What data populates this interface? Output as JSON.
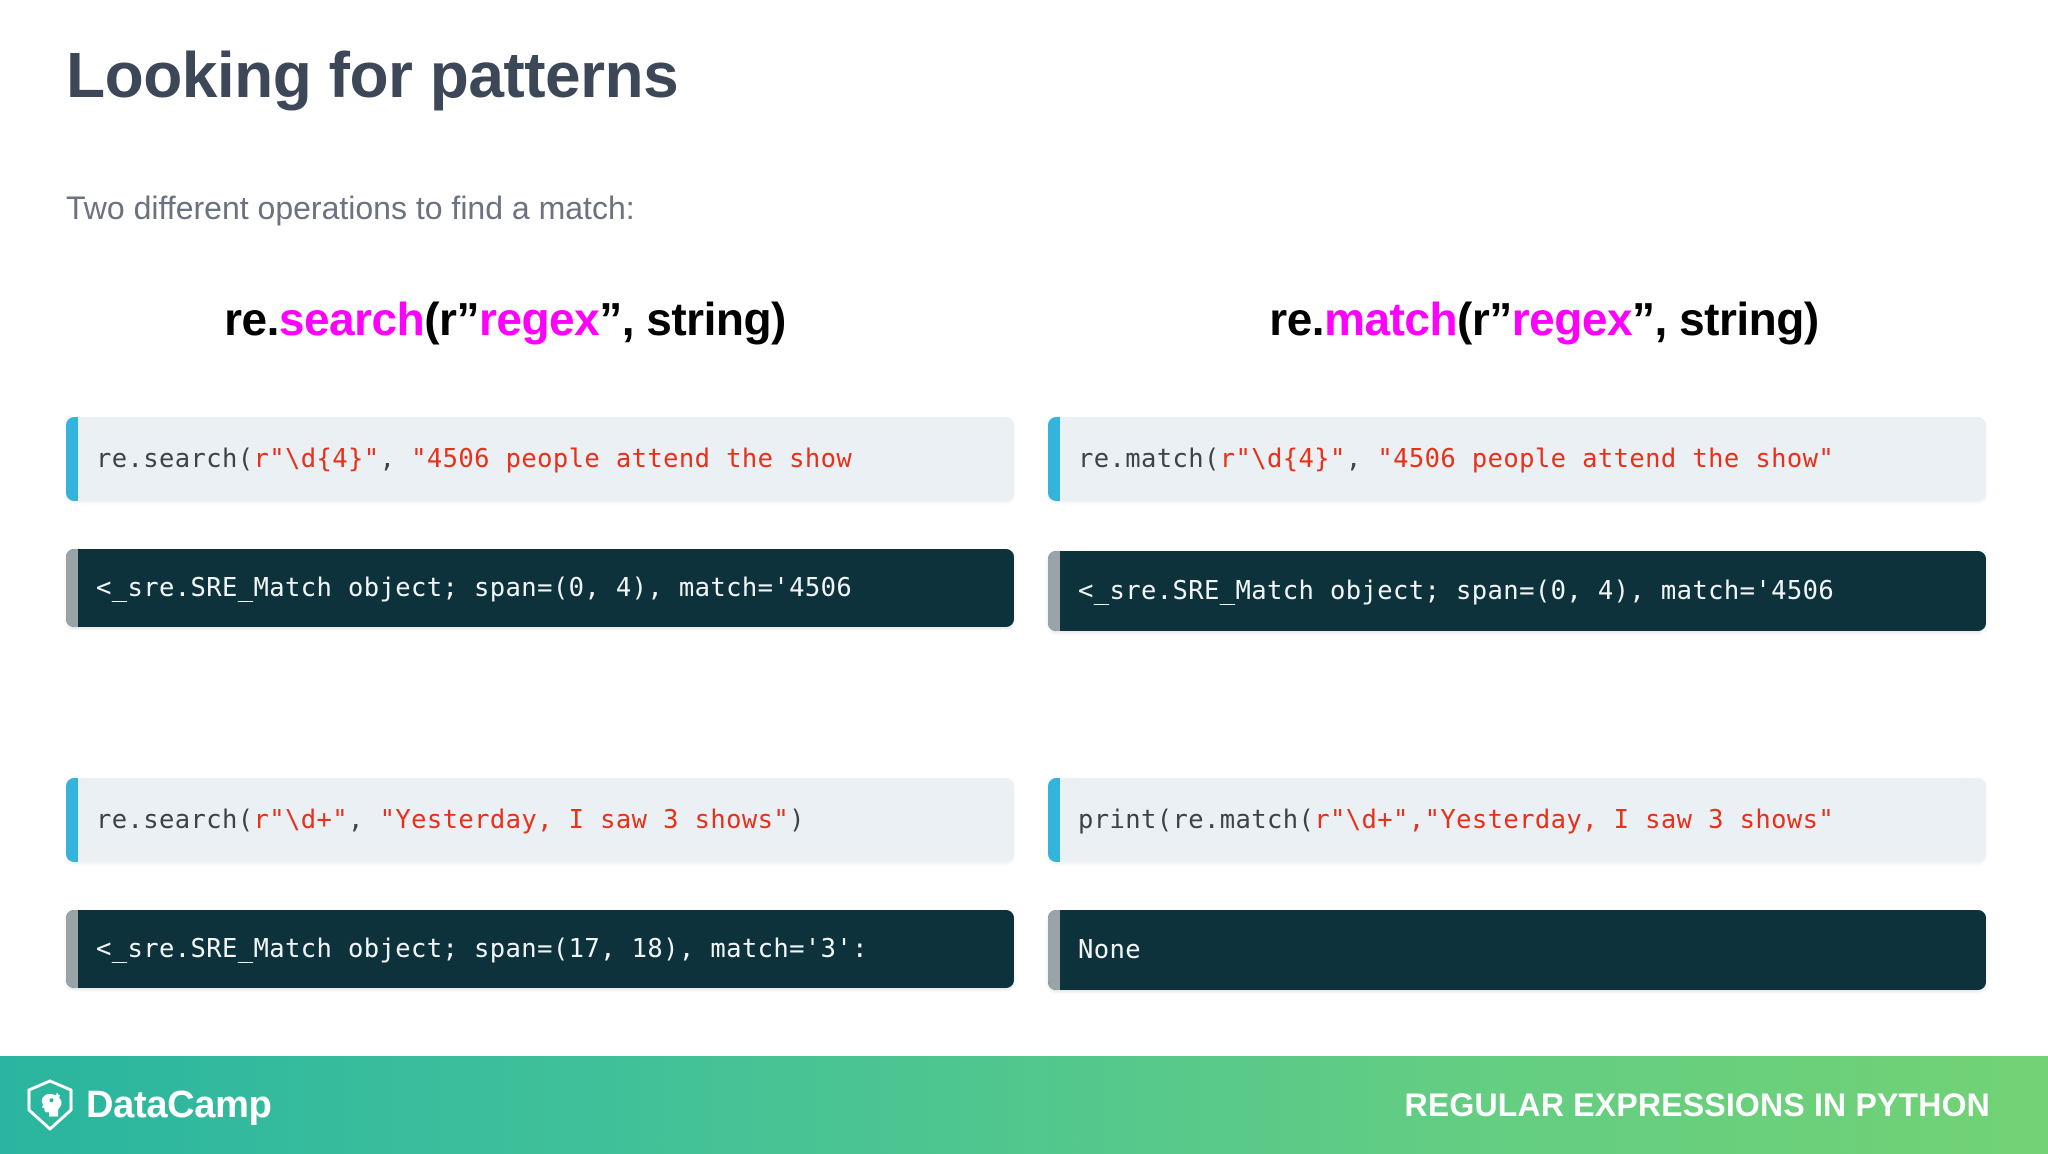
{
  "slide": {
    "title": "Looking for patterns",
    "subtitle": "Two different operations to find a match:"
  },
  "columns": [
    {
      "heading": {
        "prefix": "re.",
        "method": "search",
        "open": "(r”",
        "regex_word": "regex",
        "suffix": "”, string)"
      },
      "examples": [
        {
          "input_code": "re.search(",
          "input_arg1": "r\"\\d{4}\"",
          "input_mid": ", ",
          "input_arg2": "\"4506 people attend the show",
          "output": "<_sre.SRE_Match object; span=(0, 4), match='4506"
        },
        {
          "input_code": "re.search(",
          "input_arg1": "r\"\\d+\"",
          "input_mid": ", ",
          "input_arg2": "\"Yesterday, I saw 3 shows\"",
          "input_tail": ")",
          "output": "<_sre.SRE_Match object; span=(17, 18), match='3':"
        }
      ]
    },
    {
      "heading": {
        "prefix": "re.",
        "method": "match",
        "open": "(r”",
        "regex_word": "regex",
        "suffix": "”, string)"
      },
      "examples": [
        {
          "input_code": "re.match(",
          "input_arg1": "r\"\\d{4}\"",
          "input_mid": ", ",
          "input_arg2": "\"4506 people attend the show\"",
          "output": "<_sre.SRE_Match object; span=(0, 4), match='4506"
        },
        {
          "input_code": "print(re.match(",
          "input_arg1": "r\"\\d+\"",
          "input_mid": ",",
          "input_arg2": "\"Yesterday, I saw 3 shows\"",
          "output": "None"
        }
      ]
    }
  ],
  "footer": {
    "brand": "DataCamp",
    "course": "REGULAR EXPRESSIONS IN PYTHON",
    "logo_icon": "datacamp-shield-brain-icon"
  },
  "colors": {
    "title": "#3c4858",
    "subtitle": "#6b7280",
    "highlight_magenta": "#ff00ff",
    "input_bg": "#eaf0f3",
    "input_accent": "#34b3dd",
    "output_bg": "#0d323c",
    "output_accent": "#9aa3a7",
    "string_red": "#e8301a",
    "code_gray": "#3e4347",
    "footer_gradient_start": "#2ab5a0",
    "footer_gradient_end": "#72d275"
  }
}
